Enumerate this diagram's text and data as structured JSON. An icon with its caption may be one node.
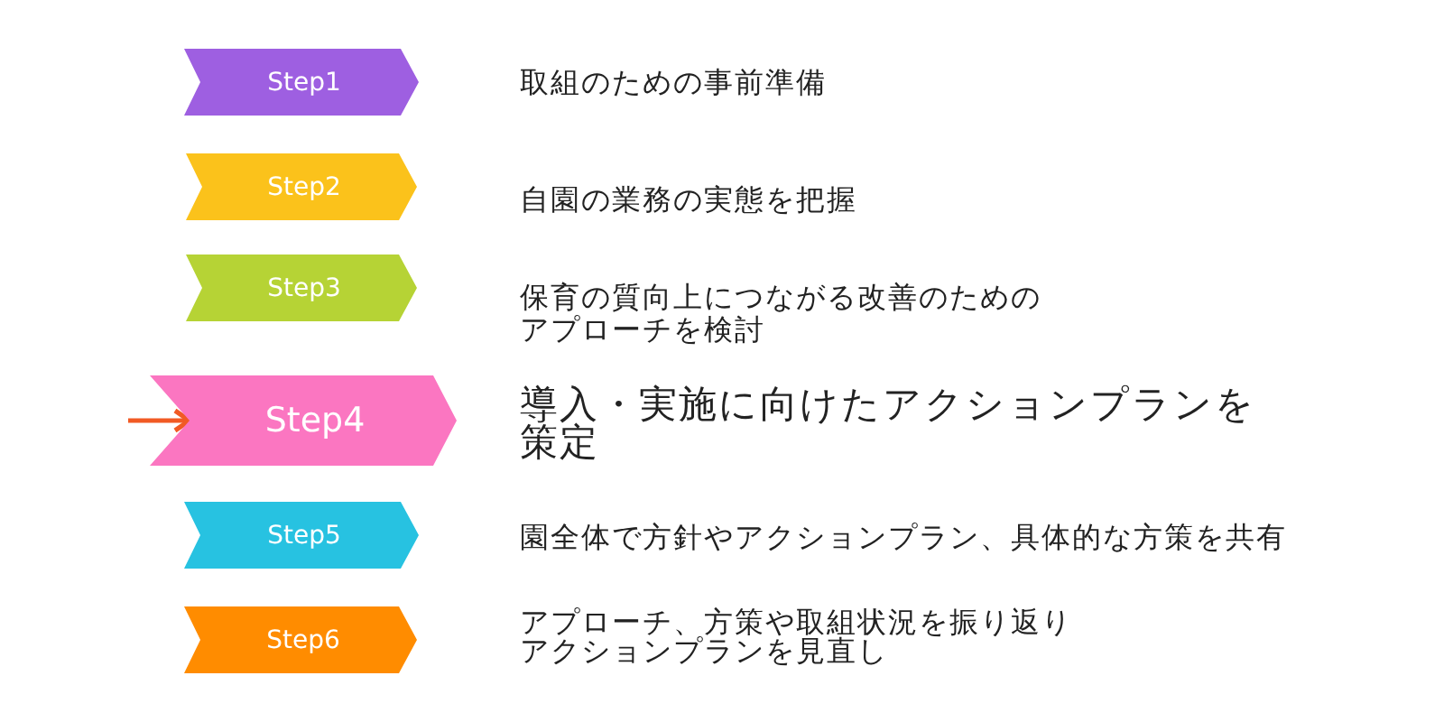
{
  "diagram": {
    "nodes": [
      {
        "text": [
          "Step1"
        ],
        "beside": [
          "取組のための事前準備"
        ]
      },
      {
        "text": [
          "Step2"
        ],
        "beside": [
          "自園の業務の実態を把握"
        ]
      },
      {
        "text": [
          "Step3"
        ],
        "beside": [
          "保育の質向上につながる改善のためのアプローチを検討"
        ]
      },
      {
        "text": [
          "Step4"
        ],
        "beside": [
          "導入・実施に向けたアクションプランを策定"
        ]
      },
      {
        "text": [
          "Step5"
        ],
        "beside": [
          "園全体で方針やアクションプラン、具体的な方策を共有"
        ]
      },
      {
        "text": [
          "Step6"
        ],
        "beside": [
          "アプローチ、方策や取組状況を振り返りアクションプランを見直し"
        ]
      }
    ],
    "edges": [
      {
        "from": null,
        "to": 3,
        "arrow": "to"
      }
    ]
  }
}
